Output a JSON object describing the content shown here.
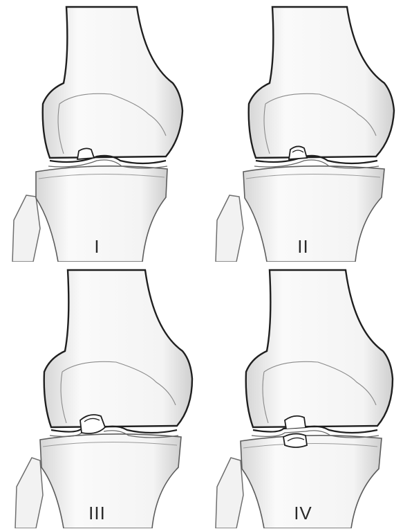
{
  "panels": [
    {
      "label": "I"
    },
    {
      "label": "II"
    },
    {
      "label": "III"
    },
    {
      "label": "IV"
    }
  ],
  "colors": {
    "outline": "#1f1f1f",
    "inner_line": "#8a8a8a",
    "shade": "#d9d9d9",
    "background": "#ffffff"
  }
}
